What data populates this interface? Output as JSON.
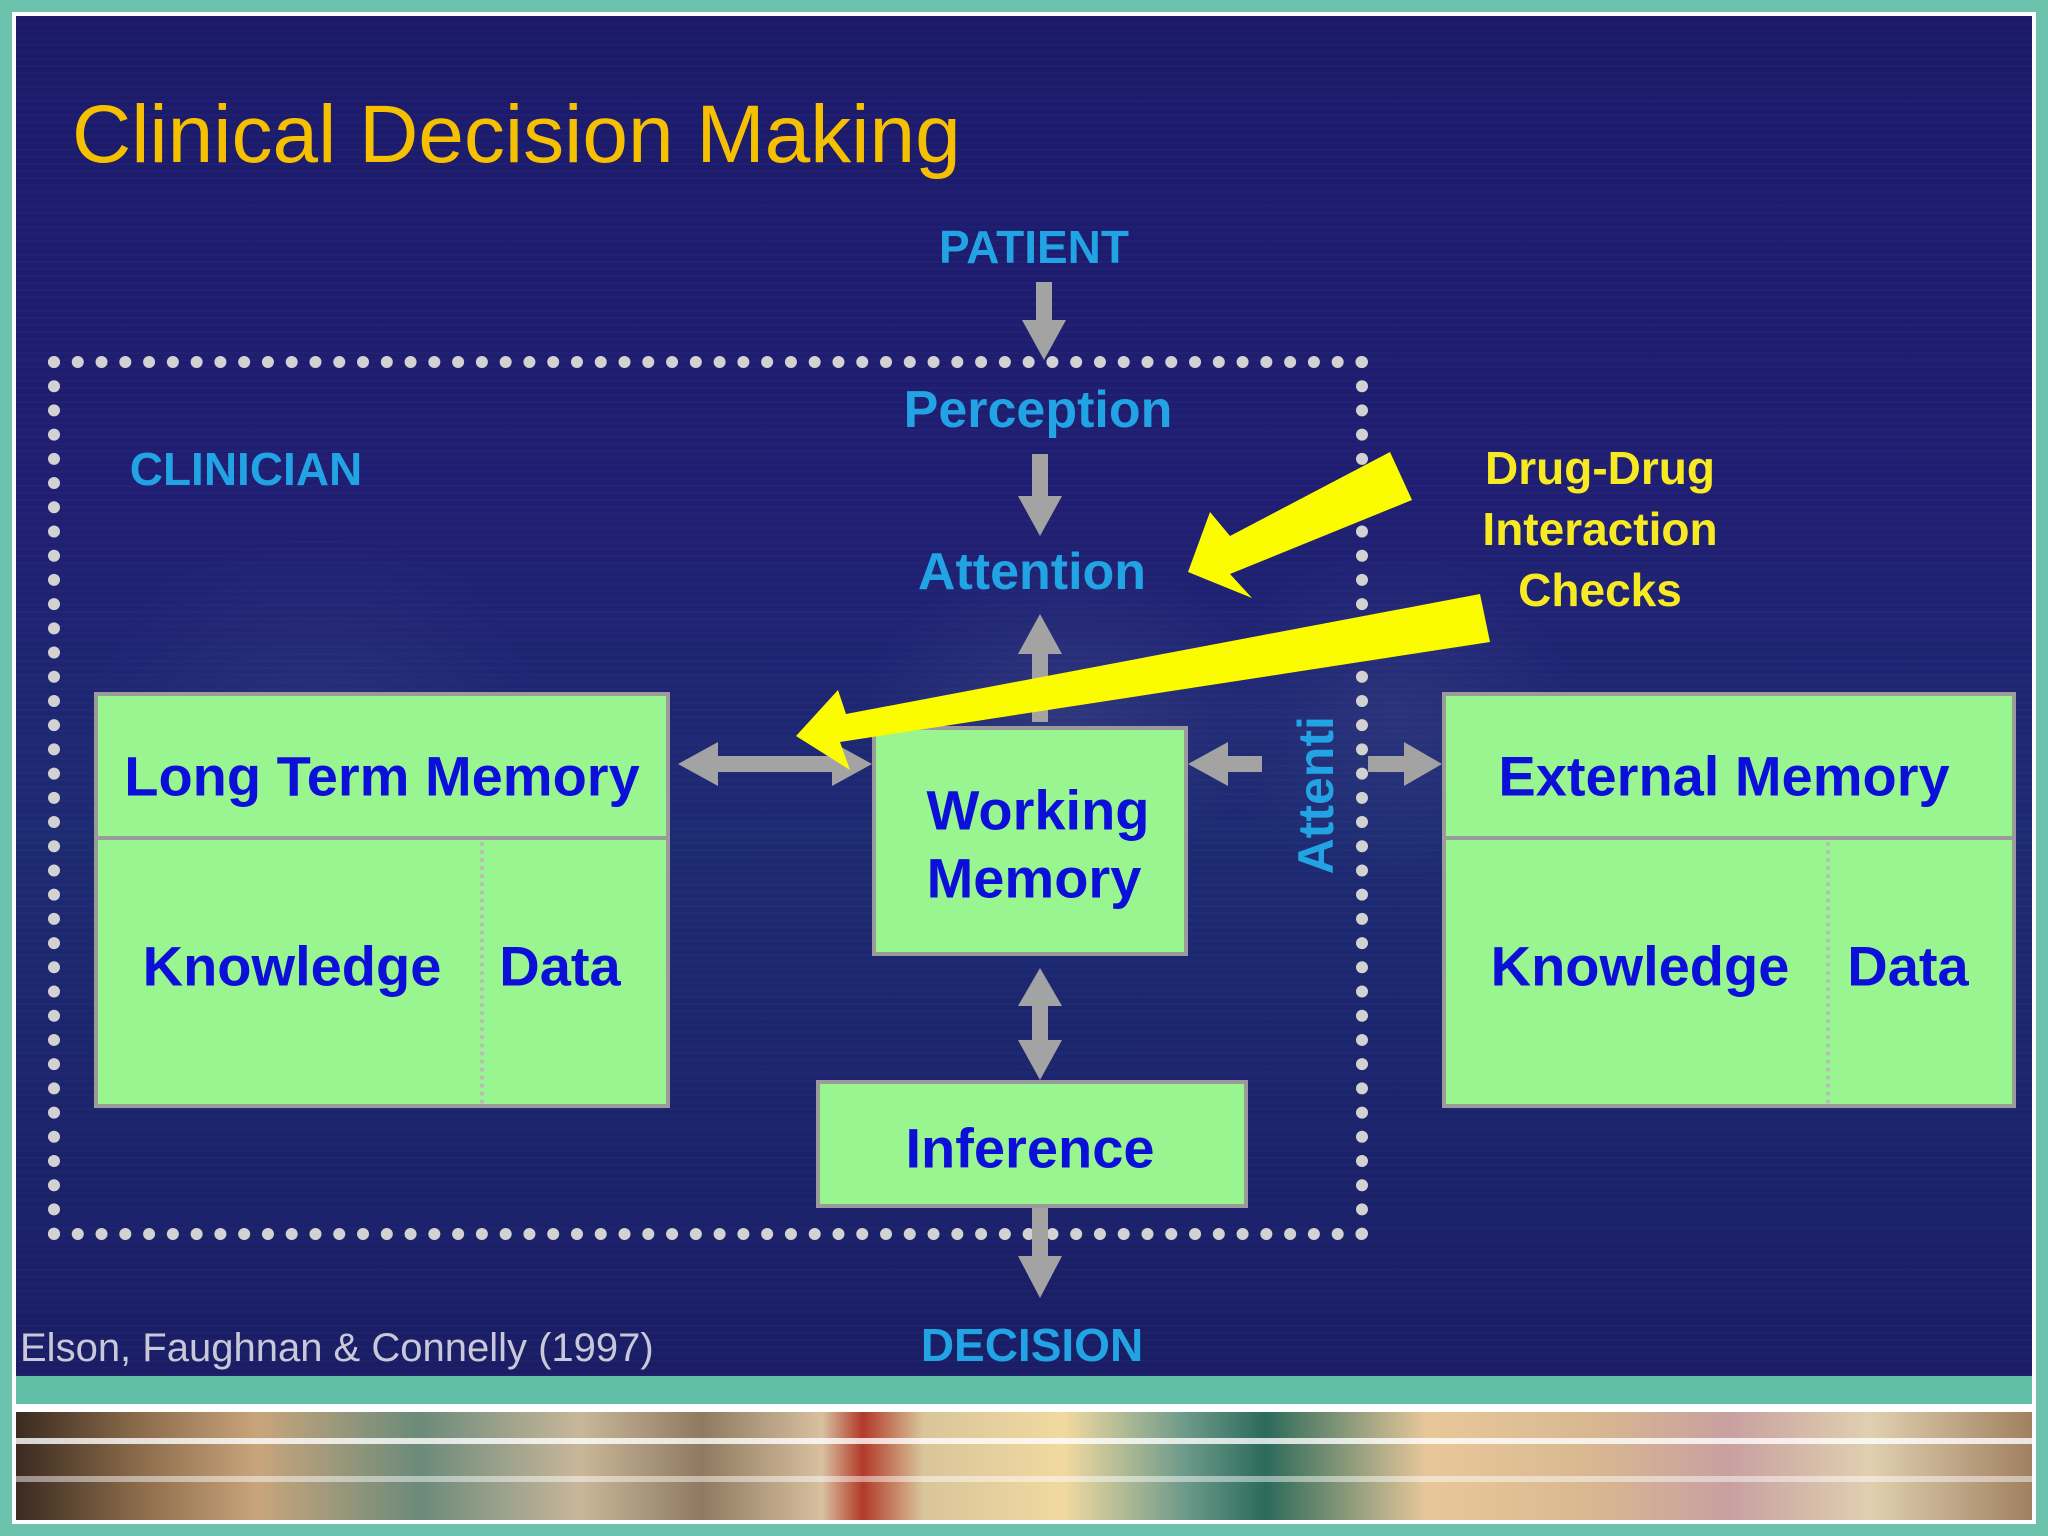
{
  "slide": {
    "title": "Clinical Decision Making",
    "citation": "Elson, Faughnan & Connelly (1997)"
  },
  "diagram": {
    "patient_label": "PATIENT",
    "perception_label": "Perception",
    "attention_label": "Attention",
    "clinician_label": "CLINICIAN",
    "decision_label": "DECISION",
    "vertical_attention_label": "Attentio",
    "long_term_memory": {
      "title": "Long Term Memory",
      "knowledge": "Knowledge",
      "data": "Data"
    },
    "working_memory": {
      "line1": "Working",
      "line2": "Memory"
    },
    "inference": "Inference",
    "external_memory": {
      "title": "External Memory",
      "knowledge": "Knowledge",
      "data": "Data"
    },
    "callout": {
      "line1": "Drug-Drug",
      "line2": "Interaction",
      "line3": "Checks"
    }
  },
  "colors": {
    "background": "#1e1c6e",
    "title": "#f5c000",
    "label_blue": "#22a3e3",
    "box_fill": "#99f590",
    "box_text": "#0b0fd8",
    "callout_yellow": "#f7ea22",
    "connector_gray": "#a0a0a0",
    "frame_teal": "#5fbfa7"
  }
}
